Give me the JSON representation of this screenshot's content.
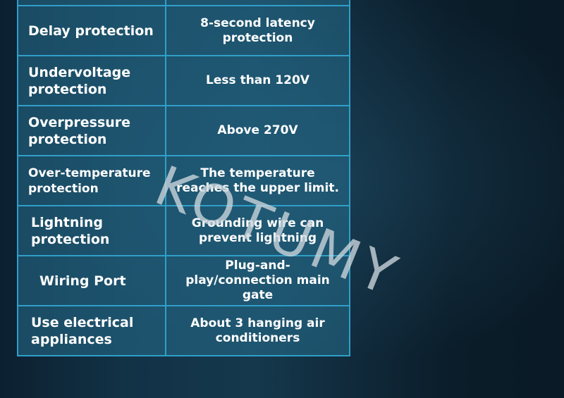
{
  "spec_rows": [
    {
      "label": "",
      "value": ""
    },
    {
      "label": "Delay protection",
      "value": "8-second latency protection"
    },
    {
      "label": "Undervoltage protection",
      "value": "Less than 120V"
    },
    {
      "label": "Overpressure protection",
      "value": "Above 270V"
    },
    {
      "label": "Over-temperature protection",
      "value": "The temperature reaches the upper limit."
    },
    {
      "label": "Lightning protection",
      "value": "Grounding wire can prevent lightning"
    },
    {
      "label": "Wiring Port",
      "value": "Plug-and-play/connection main gate"
    },
    {
      "label": "Use electrical appliances",
      "value": "About 3 hanging air conditioners"
    }
  ],
  "watermark": {
    "text": "KOTUMY"
  },
  "colors": {
    "border": "#2f9fc9",
    "cell_bg": "#266e8c",
    "text": "#ffffff",
    "background": "#0c2030"
  }
}
